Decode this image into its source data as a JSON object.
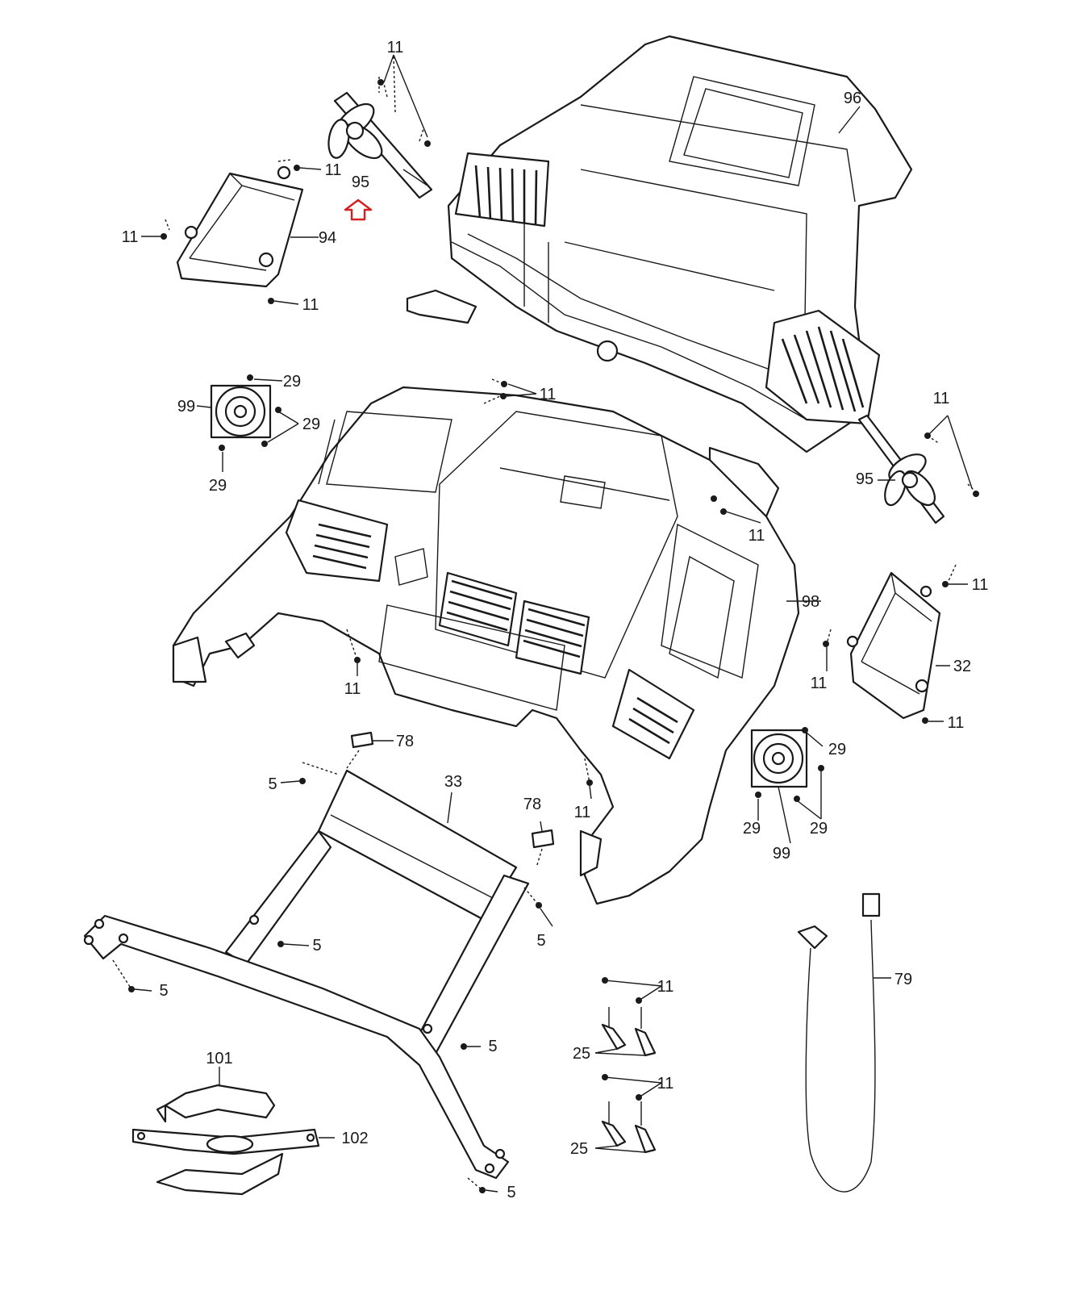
{
  "callouts": [
    {
      "id": "c1",
      "text": "11"
    },
    {
      "id": "c2",
      "text": "96"
    },
    {
      "id": "c3",
      "text": "11"
    },
    {
      "id": "c4",
      "text": "95"
    },
    {
      "id": "c5",
      "text": "11"
    },
    {
      "id": "c6",
      "text": "94"
    },
    {
      "id": "c7",
      "text": "11"
    },
    {
      "id": "c8",
      "text": "29"
    },
    {
      "id": "c9",
      "text": "99"
    },
    {
      "id": "c10",
      "text": "29"
    },
    {
      "id": "c11",
      "text": "29"
    },
    {
      "id": "c12",
      "text": "11"
    },
    {
      "id": "c13",
      "text": "11"
    },
    {
      "id": "c14",
      "text": "95"
    },
    {
      "id": "c15",
      "text": "11"
    },
    {
      "id": "c16",
      "text": "98"
    },
    {
      "id": "c17",
      "text": "11"
    },
    {
      "id": "c18",
      "text": "11"
    },
    {
      "id": "c19",
      "text": "32"
    },
    {
      "id": "c20",
      "text": "11"
    },
    {
      "id": "c21",
      "text": "11"
    },
    {
      "id": "c22",
      "text": "78"
    },
    {
      "id": "c23",
      "text": "29"
    },
    {
      "id": "c24",
      "text": "5"
    },
    {
      "id": "c25",
      "text": "33"
    },
    {
      "id": "c26",
      "text": "78"
    },
    {
      "id": "c27",
      "text": "11"
    },
    {
      "id": "c28",
      "text": "29"
    },
    {
      "id": "c29",
      "text": "29"
    },
    {
      "id": "c30",
      "text": "99"
    },
    {
      "id": "c31",
      "text": "5"
    },
    {
      "id": "c32",
      "text": "5"
    },
    {
      "id": "c33",
      "text": "5"
    },
    {
      "id": "c34",
      "text": "11"
    },
    {
      "id": "c35",
      "text": "79"
    },
    {
      "id": "c36",
      "text": "5"
    },
    {
      "id": "c37",
      "text": "25"
    },
    {
      "id": "c38",
      "text": "101"
    },
    {
      "id": "c39",
      "text": "11"
    },
    {
      "id": "c40",
      "text": "102"
    },
    {
      "id": "c41",
      "text": "25"
    },
    {
      "id": "c42",
      "text": "5"
    }
  ],
  "highlight": {
    "part": "95",
    "color": "#d42020",
    "icon": "up-arrow-outline"
  }
}
